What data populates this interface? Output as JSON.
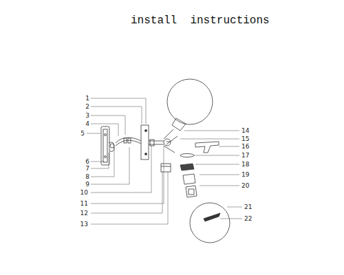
{
  "diagram": {
    "title": "install  instructions",
    "labels": [
      "1",
      "2",
      "3",
      "4",
      "5",
      "6",
      "7",
      "8",
      "9",
      "10",
      "11",
      "12",
      "13",
      "14",
      "15",
      "16",
      "17",
      "18",
      "19",
      "20",
      "21",
      "22"
    ]
  }
}
